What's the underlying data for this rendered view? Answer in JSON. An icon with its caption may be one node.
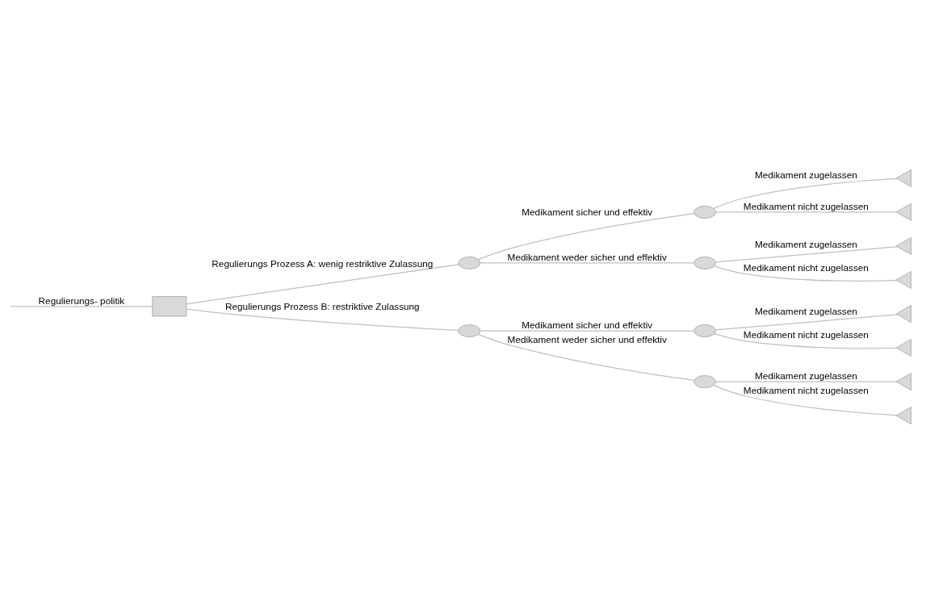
{
  "diagram": {
    "nodes": [
      {
        "text": [],
        "shape": "box"
      },
      {
        "text": [],
        "shape": "circle"
      },
      {
        "text": [],
        "shape": "circle"
      },
      {
        "text": [],
        "shape": "circle"
      },
      {
        "text": [],
        "shape": "circle"
      },
      {
        "text": [],
        "shape": "circle"
      },
      {
        "text": [],
        "shape": "circle"
      },
      {
        "text": [],
        "shape": "triangle"
      },
      {
        "text": [],
        "shape": "triangle"
      },
      {
        "text": [],
        "shape": "triangle"
      },
      {
        "text": [],
        "shape": "triangle"
      },
      {
        "text": [],
        "shape": "triangle"
      },
      {
        "text": [],
        "shape": "triangle"
      },
      {
        "text": [],
        "shape": "triangle"
      },
      {
        "text": [],
        "shape": "triangle"
      }
    ],
    "edges": [
      {
        "from": null,
        "to": 0,
        "arrow": "none",
        "label": "Regulierungs- politik"
      },
      {
        "from": 0,
        "to": 1,
        "arrow": "none",
        "label": "Regulierungs Prozess A: wenig restriktive Zulassung"
      },
      {
        "from": 0,
        "to": 4,
        "arrow": "none",
        "label": "Regulierungs Prozess B: restriktive Zulassung"
      },
      {
        "from": 1,
        "to": 2,
        "arrow": "none",
        "label": "Medikament sicher und effektiv"
      },
      {
        "from": 1,
        "to": 3,
        "arrow": "none",
        "label": "Medikament weder sicher und effektiv"
      },
      {
        "from": 2,
        "to": 7,
        "arrow": "none",
        "label": "Medikament zugelassen"
      },
      {
        "from": 2,
        "to": 8,
        "arrow": "none",
        "label": "Medikament nicht zugelassen"
      },
      {
        "from": 3,
        "to": 9,
        "arrow": "none",
        "label": "Medikament zugelassen"
      },
      {
        "from": 3,
        "to": 10,
        "arrow": "none",
        "label": "Medikament nicht zugelassen"
      },
      {
        "from": 4,
        "to": 5,
        "arrow": "none",
        "label": "Medikament sicher und effektiv"
      },
      {
        "from": 4,
        "to": 6,
        "arrow": "none",
        "label": "Medikament weder sicher und effektiv"
      },
      {
        "from": 5,
        "to": 11,
        "arrow": "none",
        "label": "Medikament zugelassen"
      },
      {
        "from": 5,
        "to": 12,
        "arrow": "none",
        "label": "Medikament nicht zugelassen"
      },
      {
        "from": 6,
        "to": 13,
        "arrow": "none",
        "label": "Medikament zugelassen"
      },
      {
        "from": 6,
        "to": 14,
        "arrow": "none",
        "label": "Medikament nicht zugelassen"
      }
    ]
  }
}
